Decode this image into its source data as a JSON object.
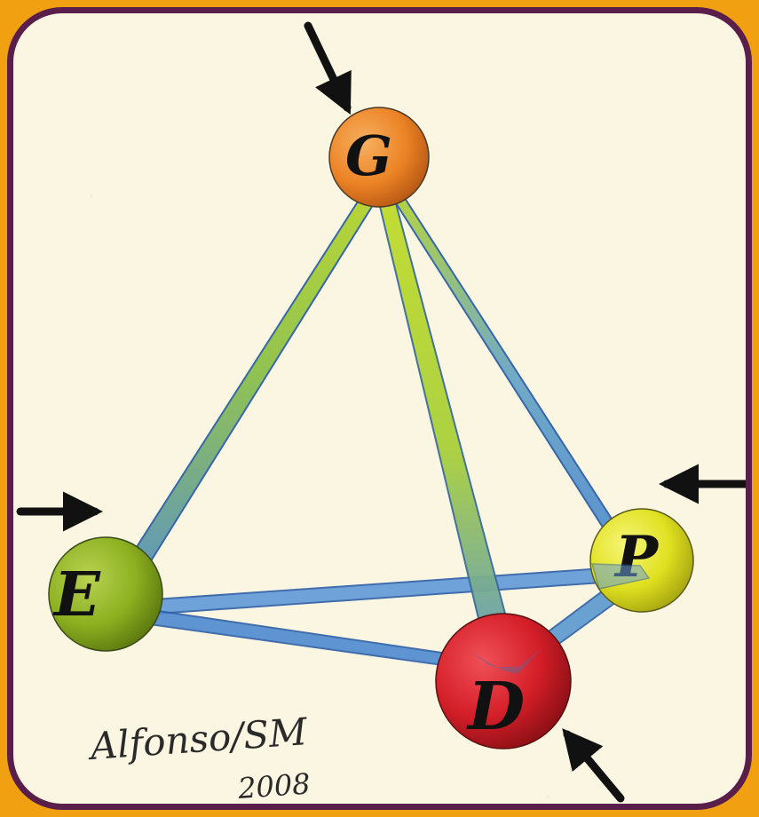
{
  "nodes": {
    "g": {
      "label": "G",
      "color": "#ef8a2a"
    },
    "e": {
      "label": "E",
      "color": "#8fb424"
    },
    "p": {
      "label": "P",
      "color": "#e3e31f"
    },
    "d": {
      "label": "D",
      "color": "#d9202a"
    }
  },
  "signature": {
    "name": "Alfonso/SM",
    "year": "2008"
  },
  "colors": {
    "background": "#faf6e2",
    "border": "#5a1e4a",
    "outer": "#f0a010",
    "edge_blue": "#4d8ad0",
    "edge_green": "#b9d62a"
  }
}
